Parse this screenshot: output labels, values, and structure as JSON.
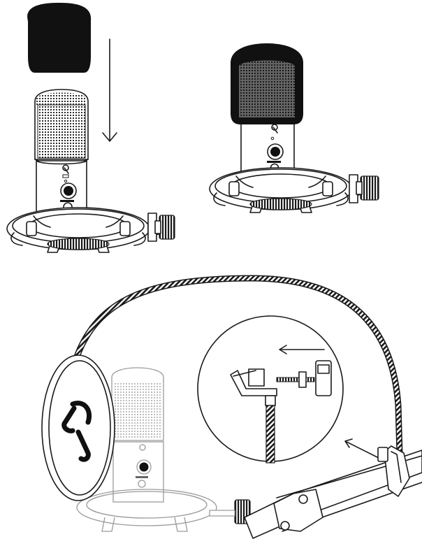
{
  "figure": {
    "panels": [
      {
        "name": "step-attach-windscreen"
      },
      {
        "name": "step-windscreen-attached"
      },
      {
        "name": "step-boom-arm-and-pop-filter"
      }
    ],
    "icons": [
      "down-arrow-icon",
      "left-arrow-icon",
      "brand-logo-icon",
      "mute-icon",
      "headphone-icon",
      "volume-knob-icon"
    ],
    "colors": {
      "line": "#1a1a1a",
      "foam": "#111111",
      "ghost": "#9a9a9a",
      "background": "#ffffff"
    }
  }
}
